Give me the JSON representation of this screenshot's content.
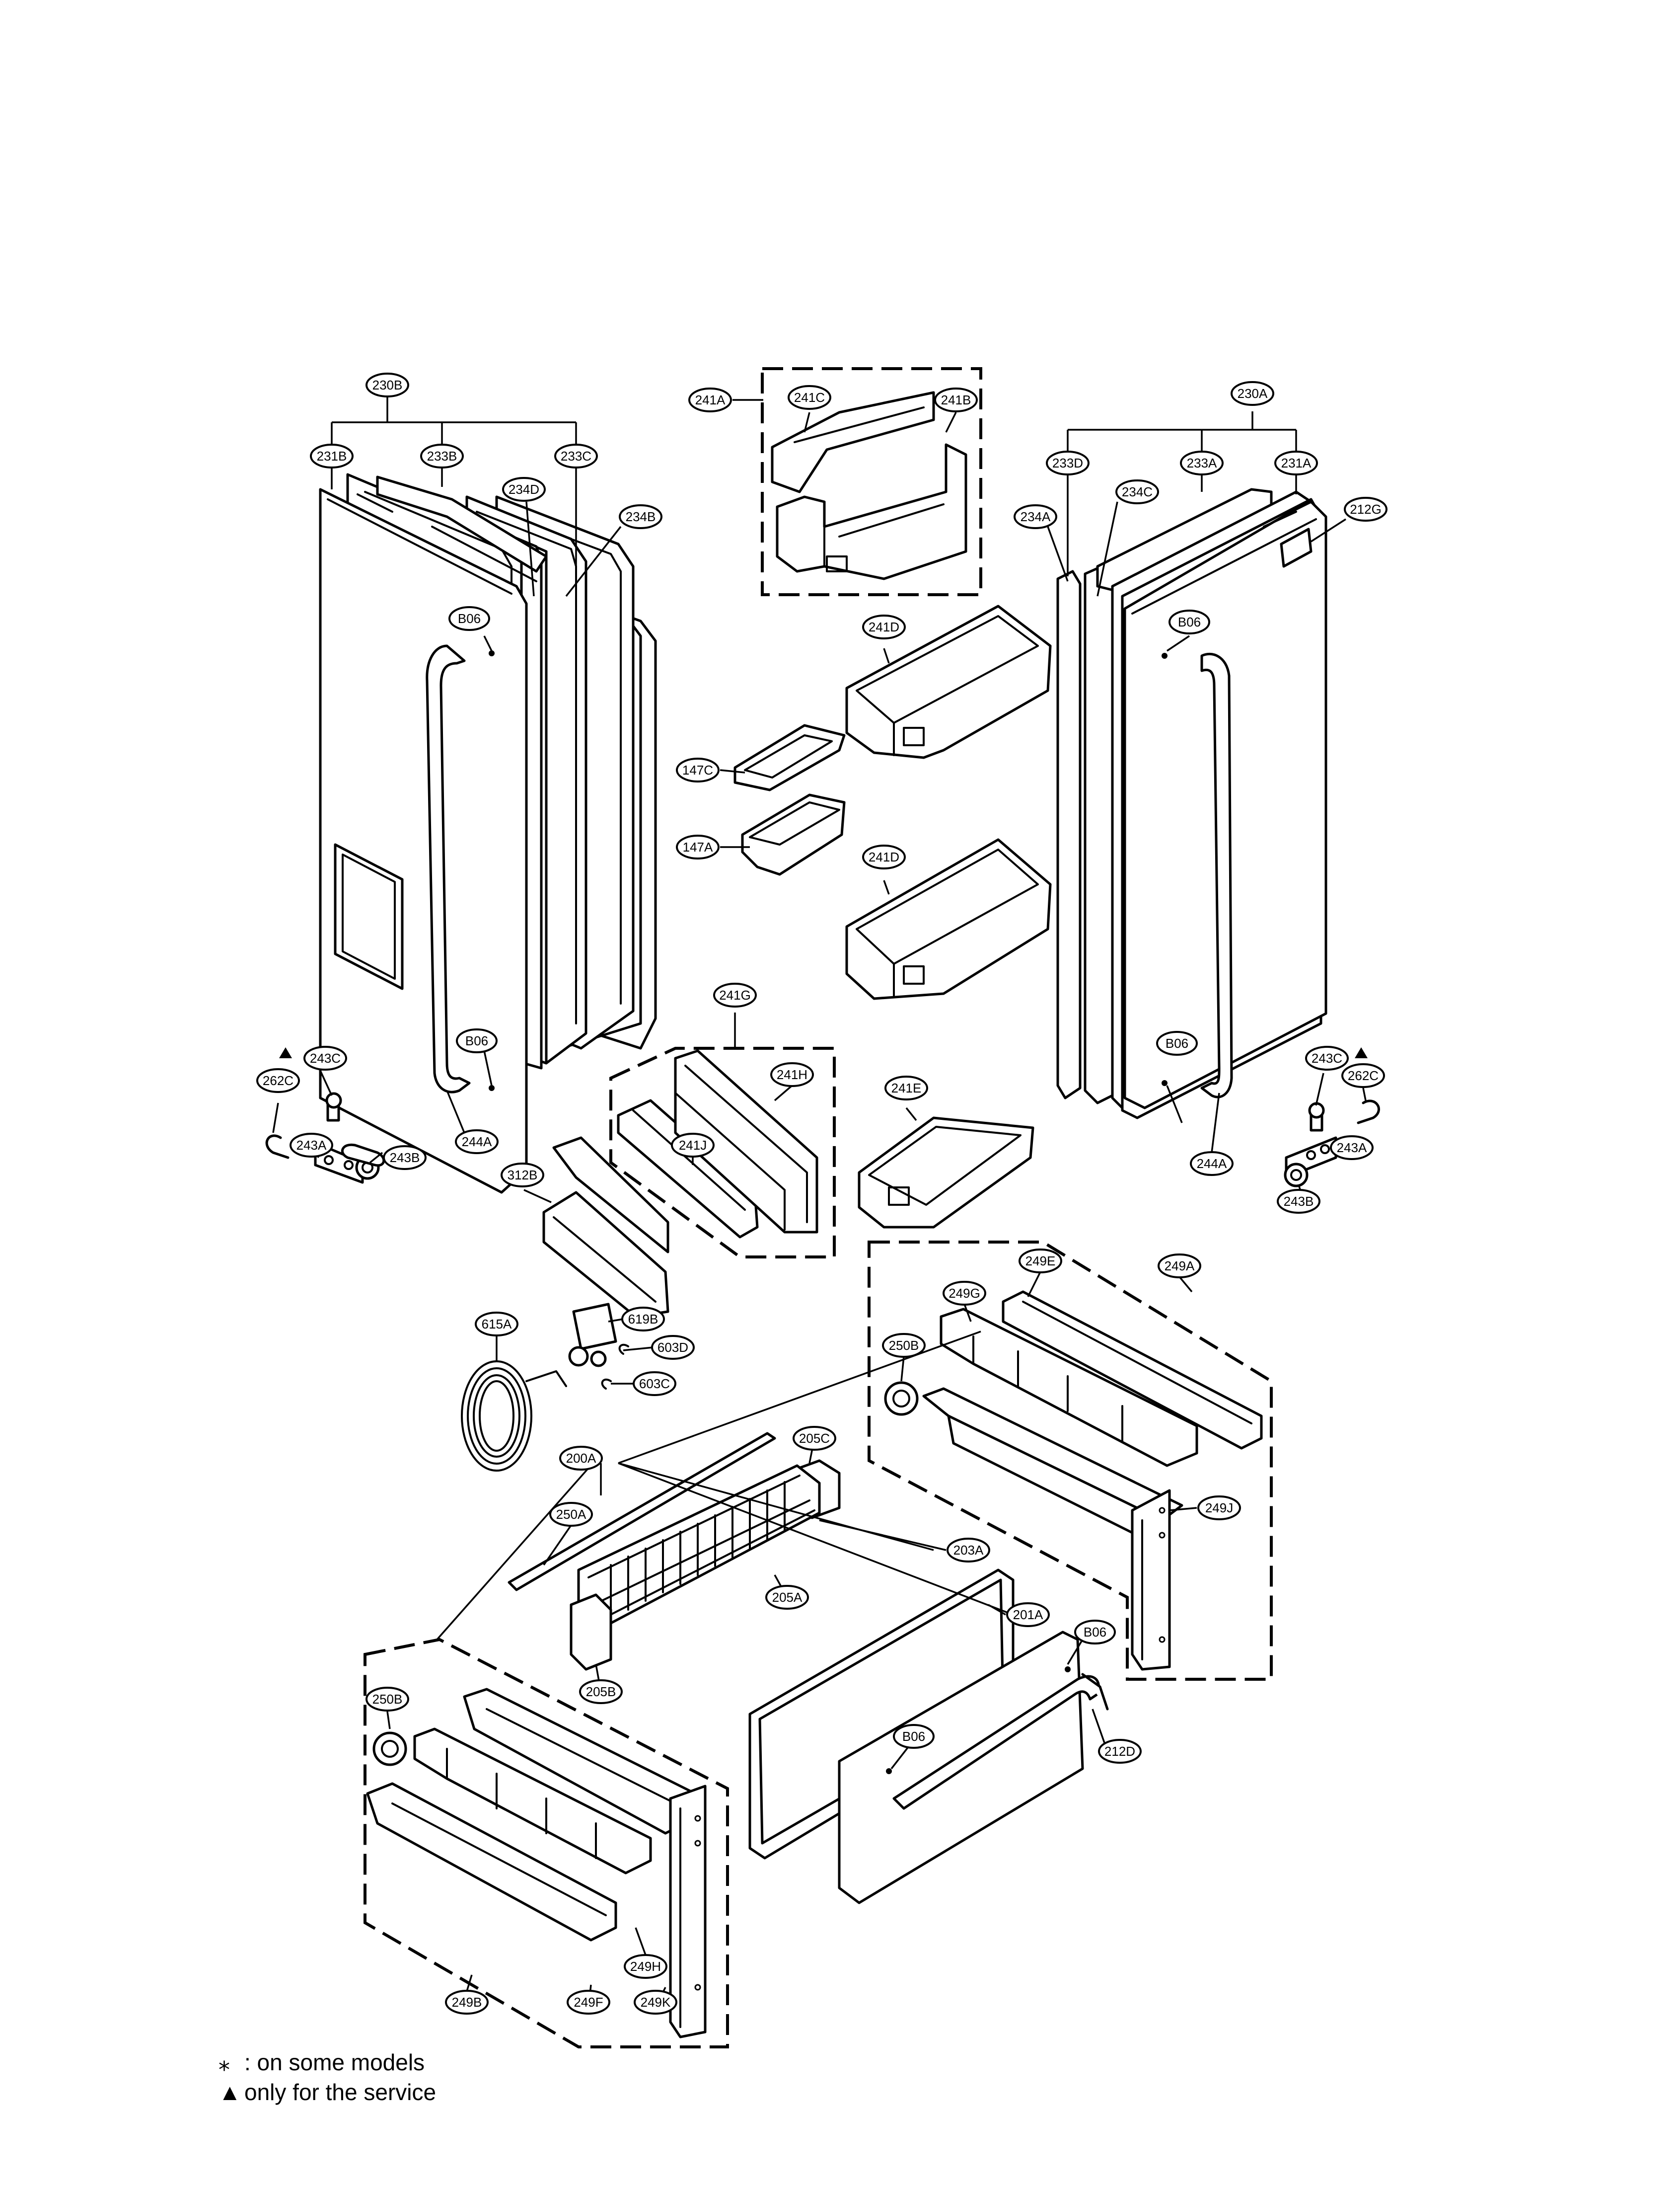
{
  "parts": [
    {
      "id": "230B"
    },
    {
      "id": "231B"
    },
    {
      "id": "233B"
    },
    {
      "id": "233C"
    },
    {
      "id": "234D"
    },
    {
      "id": "234B"
    },
    {
      "id": "B06"
    },
    {
      "id": "243C"
    },
    {
      "id": "262C"
    },
    {
      "id": "243A"
    },
    {
      "id": "243B"
    },
    {
      "id": "244A"
    },
    {
      "id": "241A"
    },
    {
      "id": "241C"
    },
    {
      "id": "241B"
    },
    {
      "id": "241D"
    },
    {
      "id": "147C"
    },
    {
      "id": "147A"
    },
    {
      "id": "241G"
    },
    {
      "id": "241H"
    },
    {
      "id": "241J"
    },
    {
      "id": "241E"
    },
    {
      "id": "312B"
    },
    {
      "id": "230A"
    },
    {
      "id": "233D"
    },
    {
      "id": "233A"
    },
    {
      "id": "231A"
    },
    {
      "id": "234C"
    },
    {
      "id": "234A"
    },
    {
      "id": "212G"
    },
    {
      "id": "249E"
    },
    {
      "id": "249A"
    },
    {
      "id": "249G"
    },
    {
      "id": "250B"
    },
    {
      "id": "249J"
    },
    {
      "id": "615A"
    },
    {
      "id": "619B"
    },
    {
      "id": "603D"
    },
    {
      "id": "603C"
    },
    {
      "id": "200A"
    },
    {
      "id": "205C"
    },
    {
      "id": "250A"
    },
    {
      "id": "203A"
    },
    {
      "id": "205A"
    },
    {
      "id": "201A"
    },
    {
      "id": "205B"
    },
    {
      "id": "212D"
    },
    {
      "id": "249H"
    },
    {
      "id": "249B"
    },
    {
      "id": "249F"
    },
    {
      "id": "249K"
    }
  ],
  "legend": [
    {
      "symbol": "⁎",
      "text": ": on some models"
    },
    {
      "symbol": "▲",
      "text": "only for the service"
    }
  ]
}
